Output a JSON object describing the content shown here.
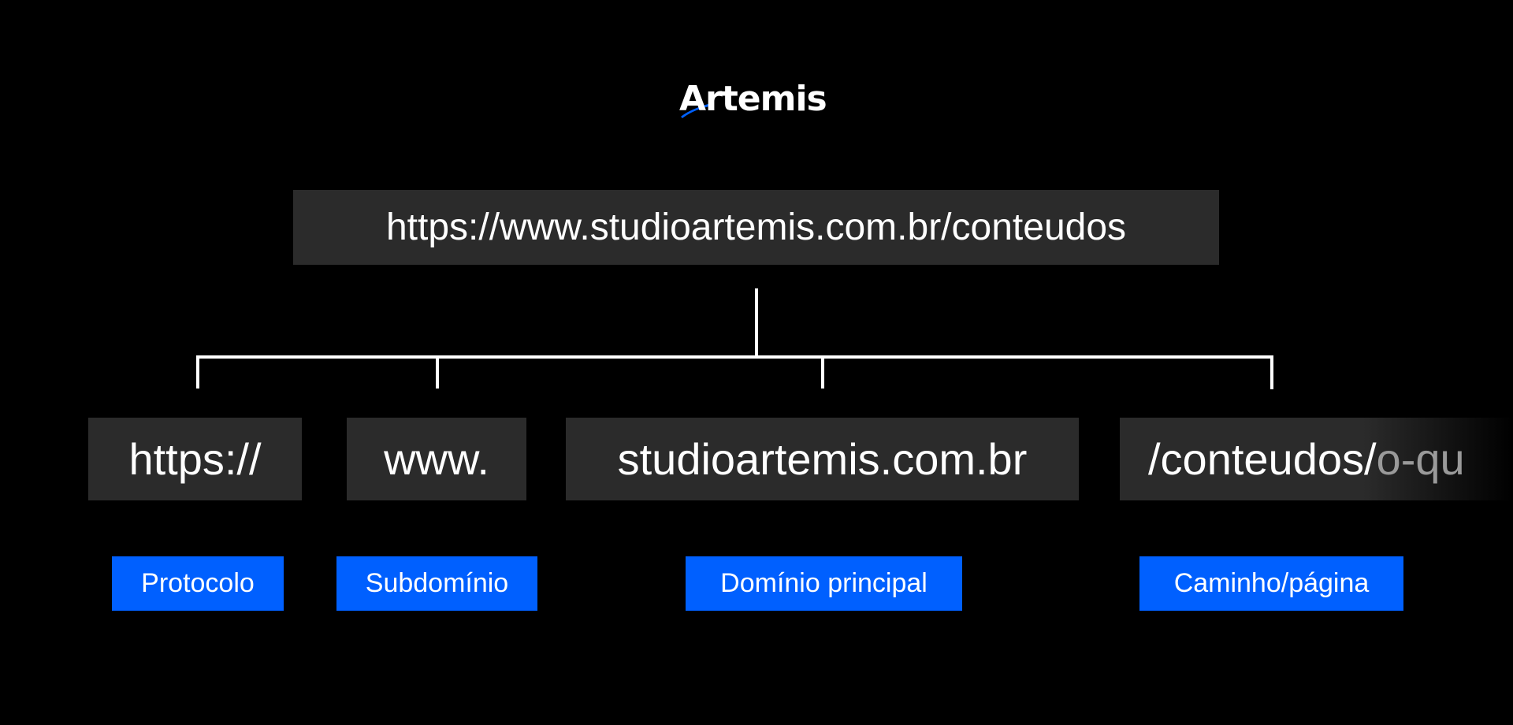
{
  "brand": {
    "name": "Artemis",
    "accent_color": "#0060ff"
  },
  "url": {
    "full": "https://www.studioartemis.com.br/conteudos"
  },
  "segments": [
    {
      "text": "https://",
      "label": "Protocolo"
    },
    {
      "text": "www.",
      "label": "Subdomínio"
    },
    {
      "text": "studioartemis.com.br",
      "label": "Domínio principal"
    },
    {
      "text": "/conteudos/",
      "text_faded": "o-qu",
      "label": "Caminho/página"
    }
  ],
  "colors": {
    "background": "#000000",
    "box": "#2b2b2b",
    "label": "#0060ff",
    "text": "#ffffff"
  }
}
